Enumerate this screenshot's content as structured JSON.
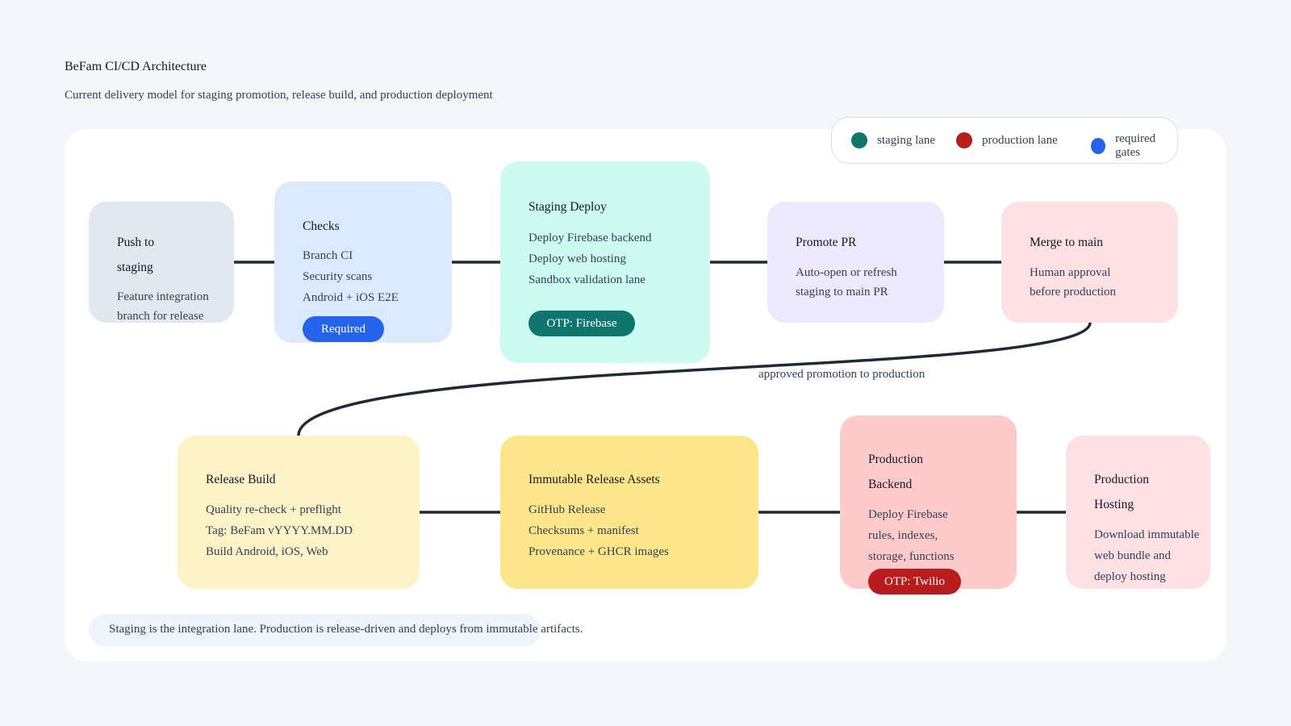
{
  "header": {
    "title": "BeFam CI/CD Architecture",
    "subtitle": "Current delivery model for staging promotion, release build, and production deployment"
  },
  "legend": [
    {
      "label": "staging lane",
      "color": "#0f766e"
    },
    {
      "label": "production lane",
      "color": "#b91c1c"
    },
    {
      "label": "required gates",
      "color": "#2563eb"
    }
  ],
  "nodes": {
    "push": {
      "title": [
        "Push to",
        "staging"
      ],
      "lines": [
        "Feature integration",
        "branch for release"
      ]
    },
    "checks": {
      "title": [
        "Checks"
      ],
      "lines": [
        "Branch CI",
        "Security scans",
        "Android + iOS E2E"
      ],
      "badge": "Required"
    },
    "staging_deploy": {
      "title": [
        "Staging Deploy"
      ],
      "lines": [
        "Deploy Firebase backend",
        "Deploy web hosting",
        "Sandbox validation lane"
      ],
      "badge": "OTP: Firebase"
    },
    "promote": {
      "title": [
        "Promote PR"
      ],
      "lines": [
        "Auto-open or refresh",
        "staging to main PR"
      ]
    },
    "merge": {
      "title": [
        "Merge to main"
      ],
      "lines": [
        "Human approval",
        "before production"
      ]
    },
    "release_build": {
      "title": [
        "Release Build"
      ],
      "lines": [
        "Quality re-check + preflight",
        "Tag: BeFam vYYYY.MM.DD",
        "Build Android, iOS, Web"
      ]
    },
    "assets": {
      "title": [
        "Immutable Release Assets"
      ],
      "lines": [
        "GitHub Release",
        "Checksums + manifest",
        "Provenance + GHCR images"
      ]
    },
    "prod_backend": {
      "title": [
        "Production",
        "Backend"
      ],
      "lines": [
        "Deploy Firebase",
        "rules, indexes,",
        "storage, functions"
      ],
      "badge": "OTP: Twilio"
    },
    "prod_hosting": {
      "title": [
        "Production",
        "Hosting"
      ],
      "lines": [
        "Download immutable",
        "web bundle and",
        "deploy hosting"
      ]
    }
  },
  "edge_label": "approved promotion to production",
  "note": "Staging is the integration lane. Production is release-driven and deploys from immutable artifacts.",
  "colors": {
    "connector": "#1f2a37",
    "push_bg": "#e2e8f0",
    "checks_bg": "#dbeafe",
    "staging_bg": "#ccfbf1",
    "promote_bg": "#ede9fe",
    "merge_bg": "#ffe0e3",
    "release_bg": "#fef3c7",
    "assets_bg": "#fde68a",
    "backend_bg": "#fecaca",
    "hosting_bg": "#ffe0e3",
    "required_badge": "#2563eb",
    "firebase_badge": "#0f766e",
    "twilio_badge": "#b91c1c"
  }
}
